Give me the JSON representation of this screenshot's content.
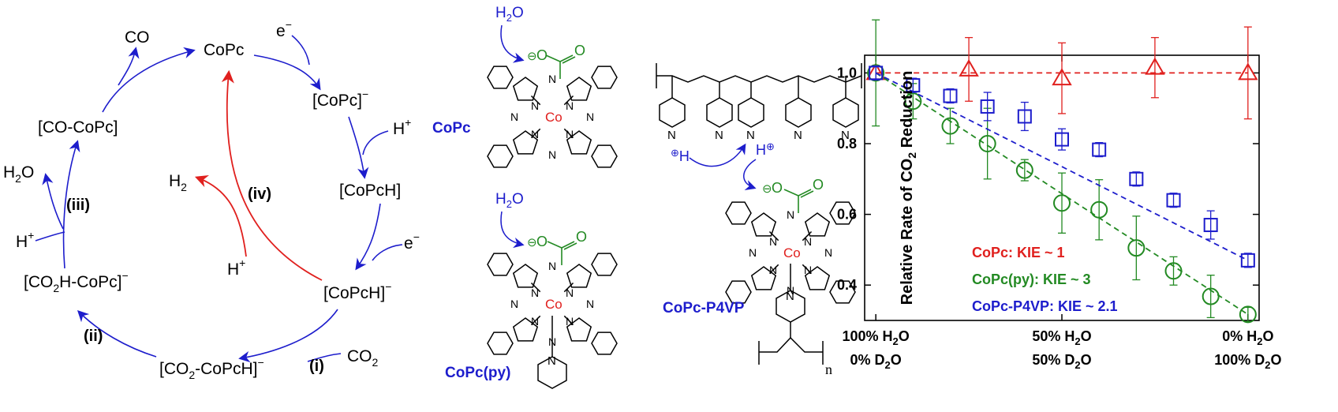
{
  "colors": {
    "black": "#000000",
    "red": "#e0201e",
    "blue": "#1d1dcc",
    "green": "#238a23",
    "navy": "#1f1fb3"
  },
  "cycle": {
    "species": {
      "copc": "CoPc",
      "copc_anion_base": "[CoPc]",
      "copc_anion_sup": "−",
      "copch": "[CoPcH]",
      "copch_anion_base": "[CoPcH]",
      "copch_anion_sup": "−",
      "co2_copch_base": "[CO",
      "co2_copch_sub": "2",
      "co2_copch_rest": "-CoPcH]",
      "co2_copch_sup": "−",
      "co2h_copc_base": "[CO",
      "co2h_copc_sub": "2",
      "co2h_copc_rest": "H-CoPc]",
      "co2h_copc_sup": "−",
      "co_copc": "[CO-CoPc]",
      "co": "CO",
      "h2o_base": "H",
      "h2o_sub": "2",
      "h2o_rest": "O",
      "h2_base": "H",
      "h2_sub": "2",
      "co2_base": "CO",
      "co2_sub": "2"
    },
    "reagents": {
      "electron": "e",
      "electron_sup": "−",
      "proton": "H",
      "proton_sup": "+"
    },
    "steps": {
      "i": "(i)",
      "ii": "(ii)",
      "iii": "(iii)",
      "iv": "(iv)"
    }
  },
  "structures": {
    "copc_label": "CoPc",
    "copc_py_label": "CoPc(py)",
    "copc_p4vp_label": "CoPc-P4VP",
    "metal": "Co",
    "nitrogen": "N",
    "oxygen": "O",
    "water_base": "H",
    "water_sub": "2",
    "water_rest": "O",
    "proton": "H",
    "charge_plus": "⊕",
    "charge_minus": "⊖",
    "polymer_n": "n"
  },
  "chart_data": {
    "type": "scatter",
    "ylabel": "Relative Rate of CO2 Reduction",
    "ylabel_parts": {
      "before": "Relative Rate of CO",
      "sub": "2",
      "after": " Reduction"
    },
    "ylim": [
      0.3,
      1.05
    ],
    "yticks": [
      0.4,
      0.6,
      0.8,
      1.0
    ],
    "ytick_labels": [
      "0.4",
      "0.6",
      "0.8",
      "1.0"
    ],
    "xlim": [
      -0.03,
      1.03
    ],
    "xticks": [
      0,
      0.5,
      1
    ],
    "xtick_labels": [
      {
        "h2o_pct": "100% H",
        "h2o_sub": "2",
        "h2o_rest": "O",
        "d2o_pct": "0% D",
        "d2o_sub": "2",
        "d2o_rest": "O"
      },
      {
        "h2o_pct": "50% H",
        "h2o_sub": "2",
        "h2o_rest": "O",
        "d2o_pct": "50% D",
        "d2o_sub": "2",
        "d2o_rest": "O"
      },
      {
        "h2o_pct": "0% H",
        "h2o_sub": "2",
        "h2o_rest": "O",
        "d2o_pct": "100% D",
        "d2o_sub": "2",
        "d2o_rest": "O"
      }
    ],
    "grid": false,
    "legend_position": "bottom-left",
    "series": [
      {
        "name": "CoPc: KIE ~ 1",
        "marker": "triangle",
        "color": "#e0201e",
        "x": [
          0,
          0.25,
          0.5,
          0.75,
          1.0
        ],
        "y": [
          1.0,
          1.01,
          0.985,
          1.015,
          1.0
        ],
        "err": [
          0.0,
          0.09,
          0.1,
          0.085,
          0.13
        ],
        "fit_y": [
          1.0,
          1.0
        ]
      },
      {
        "name": "CoPc(py): KIE ~ 3",
        "marker": "circle",
        "color": "#238a23",
        "x": [
          0,
          0.1,
          0.2,
          0.3,
          0.4,
          0.5,
          0.6,
          0.7,
          0.8,
          0.9,
          1.0
        ],
        "y": [
          1.0,
          0.92,
          0.85,
          0.8,
          0.725,
          0.632,
          0.613,
          0.505,
          0.44,
          0.368,
          0.317
        ],
        "err": [
          0.15,
          0.05,
          0.05,
          0.1,
          0.03,
          0.085,
          0.085,
          0.09,
          0.04,
          0.06,
          0.02
        ],
        "fit_y": [
          1.0,
          0.317
        ]
      },
      {
        "name": "CoPc-P4VP: KIE ~ 2.1",
        "marker": "square",
        "color": "#1d1dcc",
        "x": [
          0,
          0.1,
          0.2,
          0.3,
          0.4,
          0.5,
          0.6,
          0.7,
          0.8,
          0.9,
          1.0
        ],
        "y": [
          1.0,
          0.965,
          0.935,
          0.905,
          0.877,
          0.812,
          0.783,
          0.7,
          0.64,
          0.57,
          0.47
        ],
        "err": [
          0.02,
          0.02,
          0.02,
          0.04,
          0.04,
          0.03,
          0.02,
          0.02,
          0.02,
          0.04,
          0.02
        ],
        "fit_y": [
          1.0,
          0.47
        ]
      }
    ]
  }
}
